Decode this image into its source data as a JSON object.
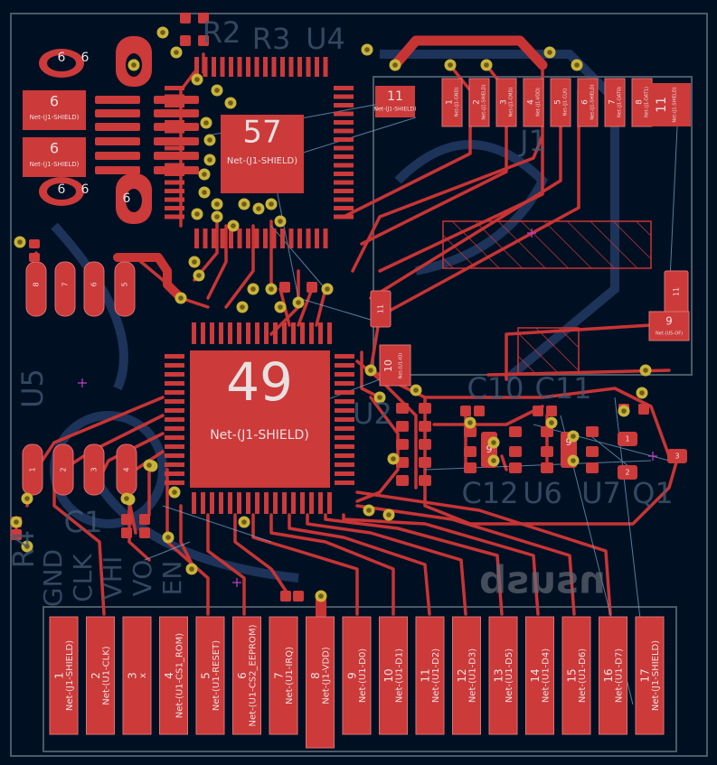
{
  "colors": {
    "background": "#001023",
    "copper_front": "#c83434",
    "pad": "#cc3a3a",
    "via": "#c9b23a",
    "edge": "#4a5a66",
    "silk_back": "#2b3f67",
    "label": "#e8e0e0",
    "ratsnest": "#7fa8c8"
  },
  "silkscreen_refs": [
    "R2",
    "R3",
    "U4",
    "U5",
    "U2",
    "C10",
    "C11",
    "U6",
    "U7",
    "Q1",
    "J1",
    "R4",
    "C12",
    "C1"
  ],
  "silkscreen_side_labels": [
    "GND",
    "CLK",
    "VHI",
    "VO",
    "EN"
  ],
  "silkscreen_back_text": "nsusb",
  "u1_chip": {
    "number": "49",
    "net": "Net-(J1-SHIELD)"
  },
  "u4_chip": {
    "number": "57",
    "net": "Net-(J1-SHIELD)"
  },
  "connector_bottom": [
    {
      "num": "1",
      "net": "Net-(J1-SHIELD)"
    },
    {
      "num": "2",
      "net": "Net-(U1-CLK)"
    },
    {
      "num": "3",
      "net": "x"
    },
    {
      "num": "4",
      "net": "Net-(U1-CS1_ROM)"
    },
    {
      "num": "5",
      "net": "Net-(U1-RESET)"
    },
    {
      "num": "6",
      "net": "Net-(U1-CS2_EEPROM)"
    },
    {
      "num": "7",
      "net": "Net-(U1-IRQ)"
    },
    {
      "num": "8",
      "net": "Net-(J1-VDD)"
    },
    {
      "num": "9",
      "net": "Net-(U1-D0)"
    },
    {
      "num": "10",
      "net": "Net-(U1-D1)"
    },
    {
      "num": "11",
      "net": "Net-(U1-D2)"
    },
    {
      "num": "12",
      "net": "Net-(U1-D3)"
    },
    {
      "num": "13",
      "net": "Net-(U1-D5)"
    },
    {
      "num": "14",
      "net": "Net-(U1-D4)"
    },
    {
      "num": "15",
      "net": "Net-(U1-D6)"
    },
    {
      "num": "16",
      "net": "Net-(U1-D7)"
    },
    {
      "num": "17",
      "net": "Net-(J1-SHIELD)"
    }
  ],
  "usb_pads_left": [
    {
      "num": "6",
      "net": "Net-(J1-SHIELD)"
    },
    {
      "num": "6",
      "net": "Net-(J1-SHIELD)"
    }
  ],
  "usb_top_pins": [
    {
      "num": "1",
      "net": "Net-(J1-GND)"
    },
    {
      "num": "2",
      "net": "Net-(J1-SHIELD)"
    },
    {
      "num": "3",
      "net": "Net-(J1-CMD)"
    },
    {
      "num": "4",
      "net": "Net-(J1-VDD)"
    },
    {
      "num": "5",
      "net": "Net-(J1-CLK)"
    },
    {
      "num": "6",
      "net": "Net-(J1-SHIELD)"
    },
    {
      "num": "7",
      "net": "Net-(J1-DAT0)"
    },
    {
      "num": "8",
      "net": "Net-(J1-DAT1)"
    }
  ],
  "pad_11": {
    "num": "11",
    "net": "Net-(J1-SHIELD)"
  },
  "pad_10": {
    "num": "10",
    "net": "Net-(U1-IO)"
  },
  "pad_9": {
    "num": "9",
    "net": "Net-(U5-OF)"
  },
  "left_small_pads": [
    "8",
    "7",
    "6",
    "5"
  ],
  "left_lower_pads": [
    "1",
    "2",
    "3",
    "4"
  ],
  "crystal_labels": [
    "9",
    "9"
  ],
  "q1_pads": [
    "1",
    "2",
    "3"
  ]
}
